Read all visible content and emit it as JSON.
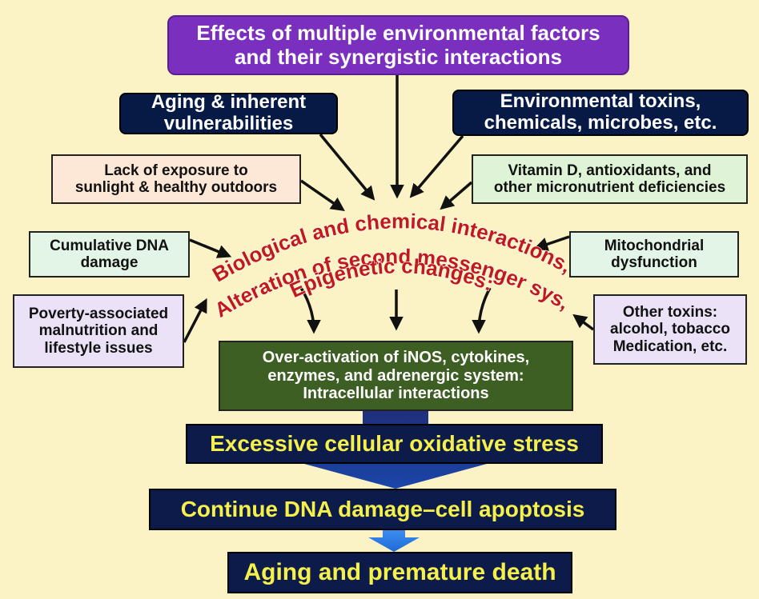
{
  "title": {
    "lines": [
      "Effects of multiple environmental factors",
      "and their synergistic interactions"
    ]
  },
  "aging": {
    "lines": [
      "Aging & inherent",
      "vulnerabilities"
    ]
  },
  "env_toxins": {
    "lines": [
      "Environmental toxins,",
      "chemicals, microbes, etc."
    ]
  },
  "sunlight": {
    "lines": [
      "Lack of exposure to",
      "sunlight & healthy outdoors"
    ]
  },
  "vitamin": {
    "lines": [
      "Vitamin D, antioxidants, and",
      "other micronutrient deficiencies"
    ]
  },
  "dna": {
    "lines": [
      "Cumulative DNA",
      "damage"
    ]
  },
  "mito": {
    "lines": [
      "Mitochondrial",
      "dysfunction"
    ]
  },
  "poverty": {
    "lines": [
      "Poverty-associated",
      "malnutrition and",
      "lifestyle issues"
    ]
  },
  "other": {
    "lines": [
      "Other toxins:",
      "alcohol, tobacco",
      "Medication, etc."
    ]
  },
  "arc": {
    "lines": [
      "Biological and chemical interactions,",
      "Alteration of second messenger sys,",
      "Epigenetic changes:"
    ]
  },
  "overactivation": {
    "lines": [
      "Over-activation of iNOS, cytokines,",
      "enzymes, and adrenergic system:",
      "Intracellular interactions"
    ]
  },
  "stress": "Excessive cellular oxidative stress",
  "apoptosis": "Continue DNA damage–cell apoptosis",
  "death": "Aging and premature death",
  "colors": {
    "background": "#fbf3c6",
    "title": "#7b2fbe",
    "navy": "#071a45",
    "arc_text": "#c21a1a",
    "result_text": "#f6f14a",
    "overactivation": "#3d5f23"
  }
}
